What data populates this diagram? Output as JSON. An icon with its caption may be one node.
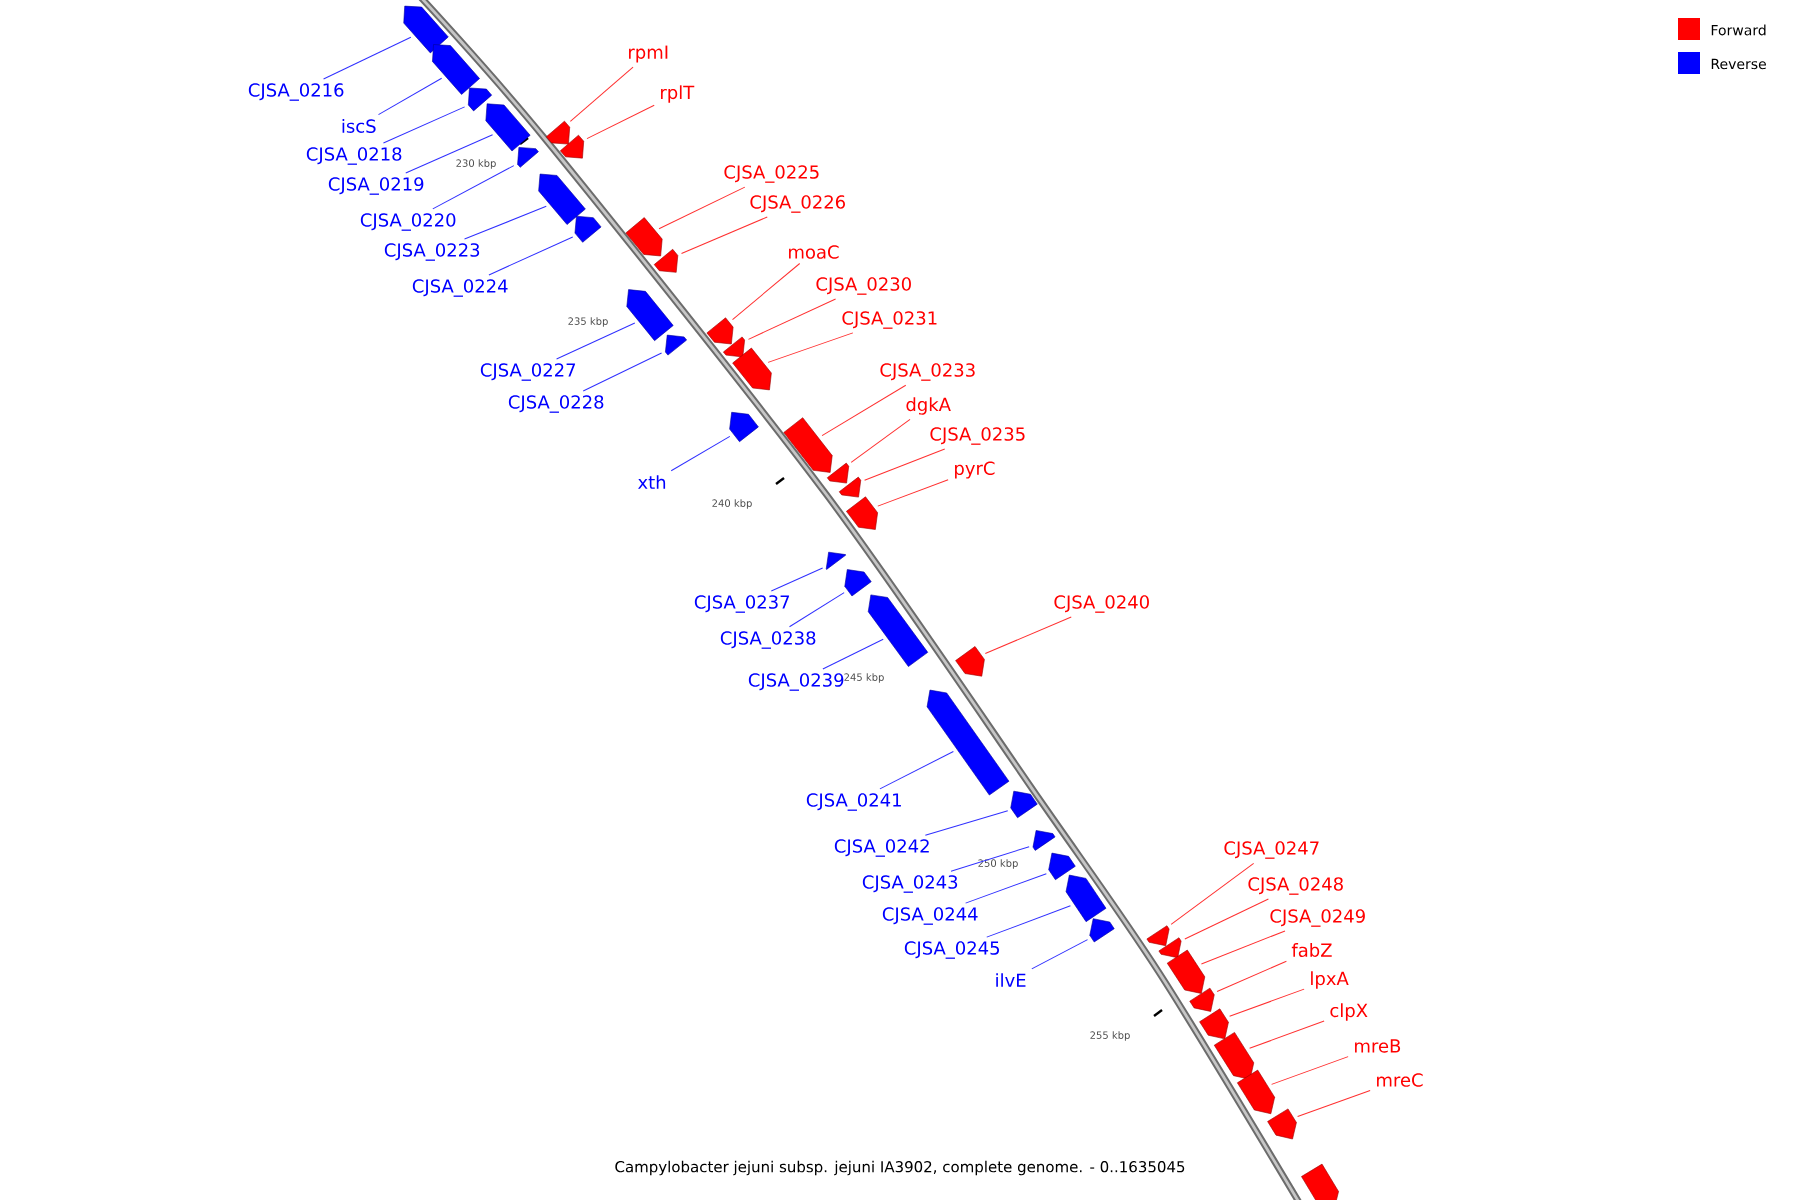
{
  "diagram": {
    "caption": "Campylobacter jejuni subsp. jejuni IA3902, complete genome. - 0..1635045",
    "nodes": [
      {
        "text": [
          "rpmI"
        ]
      },
      {
        "text": [],
        "shape": "arrow"
      },
      {
        "text": [
          "CJSA_0216"
        ]
      },
      {
        "text": [],
        "shape": "arrow"
      },
      {
        "text": [
          "rplT"
        ]
      },
      {
        "text": [],
        "shape": "arrow"
      },
      {
        "text": [
          "iscS"
        ]
      },
      {
        "text": [],
        "shape": "arrow"
      },
      {
        "text": [
          "CJSA_0218"
        ]
      },
      {
        "text": [],
        "shape": "arrow"
      },
      {
        "text": [
          "CJSA_0225"
        ]
      },
      {
        "text": [],
        "shape": "arrow"
      },
      {
        "text": [
          "CJSA_0219"
        ]
      },
      {
        "text": [],
        "shape": "arrow"
      },
      {
        "text": [
          "CJSA_0226"
        ]
      },
      {
        "text": [],
        "shape": "arrow"
      },
      {
        "text": [
          "CJSA_0220"
        ]
      },
      {
        "text": [],
        "shape": "arrow"
      },
      {
        "text": [
          "CJSA_0223"
        ]
      },
      {
        "text": [],
        "shape": "arrow"
      },
      {
        "text": [
          "moaC"
        ]
      },
      {
        "text": [],
        "shape": "arrow"
      },
      {
        "text": [
          "CJSA_0230"
        ]
      },
      {
        "text": [],
        "shape": "arrow"
      },
      {
        "text": [
          "CJSA_0224"
        ]
      },
      {
        "text": [],
        "shape": "arrow"
      },
      {
        "text": [
          "CJSA_0231"
        ]
      },
      {
        "text": [],
        "shape": "arrow"
      },
      {
        "text": [
          "CJSA_0233"
        ]
      },
      {
        "text": [],
        "shape": "arrow"
      },
      {
        "text": [
          "CJSA_0227"
        ]
      },
      {
        "text": [],
        "shape": "arrow"
      },
      {
        "text": [
          "CJSA_0228"
        ]
      },
      {
        "text": [],
        "shape": "arrow"
      },
      {
        "text": [
          "dgkA"
        ]
      },
      {
        "text": [],
        "shape": "arrow"
      },
      {
        "text": [
          "CJSA_0235"
        ]
      },
      {
        "text": [],
        "shape": "arrow"
      },
      {
        "text": [
          "pyrC"
        ]
      },
      {
        "text": [],
        "shape": "arrow"
      },
      {
        "text": [
          "xth"
        ]
      },
      {
        "text": [],
        "shape": "arrow"
      },
      {
        "text": [
          "CJSA_0237"
        ]
      },
      {
        "text": [],
        "shape": "arrow"
      },
      {
        "text": [
          "CJSA_0240"
        ]
      },
      {
        "text": [],
        "shape": "arrow"
      },
      {
        "text": [
          "CJSA_0238"
        ]
      },
      {
        "text": [],
        "shape": "arrow"
      },
      {
        "text": [
          "CJSA_0239"
        ]
      },
      {
        "text": [],
        "shape": "arrow"
      },
      {
        "text": [
          "CJSA_0241"
        ]
      },
      {
        "text": [],
        "shape": "arrow"
      },
      {
        "text": [
          "CJSA_0242"
        ]
      },
      {
        "text": [],
        "shape": "arrow"
      },
      {
        "text": [
          "CJSA_0247"
        ]
      },
      {
        "text": [],
        "shape": "arrow"
      },
      {
        "text": [
          "CJSA_0243"
        ]
      },
      {
        "text": [],
        "shape": "arrow"
      },
      {
        "text": [
          "CJSA_0248"
        ]
      },
      {
        "text": [],
        "shape": "arrow"
      },
      {
        "text": [
          "CJSA_0244"
        ]
      },
      {
        "text": [],
        "shape": "arrow"
      },
      {
        "text": [
          "CJSA_0249"
        ]
      },
      {
        "text": [],
        "shape": "arrow"
      },
      {
        "text": [
          "fabZ"
        ]
      },
      {
        "text": [],
        "shape": "arrow"
      },
      {
        "text": [
          "CJSA_0245"
        ]
      },
      {
        "text": [],
        "shape": "arrow"
      },
      {
        "text": [
          "lpxA"
        ]
      },
      {
        "text": [],
        "shape": "arrow"
      },
      {
        "text": [
          "ilvE"
        ]
      },
      {
        "text": [],
        "shape": "arrow"
      },
      {
        "text": [
          "clpX"
        ]
      },
      {
        "text": [],
        "shape": "arrow"
      },
      {
        "text": [
          "mreB"
        ]
      },
      {
        "text": [],
        "shape": "arrow"
      },
      {
        "text": [
          "mreC"
        ]
      },
      {
        "text": [],
        "shape": "arrow"
      },
      {
        "text": [],
        "shape": "arrow"
      }
    ],
    "edges": [
      {
        "from": 0,
        "to": 1,
        "arrow": "none",
        "color": "#ff3030"
      },
      {
        "from": 2,
        "to": 3,
        "arrow": "none",
        "color": "#3030ff"
      },
      {
        "from": 4,
        "to": 5,
        "arrow": "none",
        "color": "#ff3030"
      },
      {
        "from": 6,
        "to": 7,
        "arrow": "none",
        "color": "#3030ff"
      },
      {
        "from": 8,
        "to": 9,
        "arrow": "none",
        "color": "#3030ff"
      },
      {
        "from": 10,
        "to": 11,
        "arrow": "none",
        "color": "#ff3030"
      },
      {
        "from": 12,
        "to": 13,
        "arrow": "none",
        "color": "#3030ff"
      },
      {
        "from": 14,
        "to": 15,
        "arrow": "none",
        "color": "#ff3030"
      },
      {
        "from": 16,
        "to": 17,
        "arrow": "none",
        "color": "#3030ff"
      },
      {
        "from": 18,
        "to": 19,
        "arrow": "none",
        "color": "#3030ff"
      },
      {
        "from": 20,
        "to": 21,
        "arrow": "none",
        "color": "#ff3030"
      },
      {
        "from": 22,
        "to": 23,
        "arrow": "none",
        "color": "#ff3030"
      },
      {
        "from": 24,
        "to": 25,
        "arrow": "none",
        "color": "#3030ff"
      },
      {
        "from": 26,
        "to": 27,
        "arrow": "none",
        "color": "#ff3030"
      },
      {
        "from": 28,
        "to": 29,
        "arrow": "none",
        "color": "#ff3030"
      },
      {
        "from": 30,
        "to": 31,
        "arrow": "none",
        "color": "#3030ff"
      },
      {
        "from": 32,
        "to": 33,
        "arrow": "none",
        "color": "#3030ff"
      },
      {
        "from": 34,
        "to": 35,
        "arrow": "none",
        "color": "#ff3030"
      },
      {
        "from": 36,
        "to": 37,
        "arrow": "none",
        "color": "#ff3030"
      },
      {
        "from": 38,
        "to": 39,
        "arrow": "none",
        "color": "#ff3030"
      },
      {
        "from": 40,
        "to": 41,
        "arrow": "none",
        "color": "#3030ff"
      },
      {
        "from": 42,
        "to": 43,
        "arrow": "none",
        "color": "#3030ff"
      },
      {
        "from": 44,
        "to": 45,
        "arrow": "none",
        "color": "#ff3030"
      },
      {
        "from": 46,
        "to": 47,
        "arrow": "none",
        "color": "#3030ff"
      },
      {
        "from": 48,
        "to": 49,
        "arrow": "none",
        "color": "#3030ff"
      },
      {
        "from": 50,
        "to": 51,
        "arrow": "none",
        "color": "#3030ff"
      },
      {
        "from": 52,
        "to": 53,
        "arrow": "none",
        "color": "#3030ff"
      },
      {
        "from": 54,
        "to": 55,
        "arrow": "none",
        "color": "#ff3030"
      },
      {
        "from": 56,
        "to": 57,
        "arrow": "none",
        "color": "#3030ff"
      },
      {
        "from": 58,
        "to": 59,
        "arrow": "none",
        "color": "#ff3030"
      },
      {
        "from": 60,
        "to": 61,
        "arrow": "none",
        "color": "#3030ff"
      },
      {
        "from": 62,
        "to": 63,
        "arrow": "none",
        "color": "#ff3030"
      },
      {
        "from": 64,
        "to": 65,
        "arrow": "none",
        "color": "#ff3030"
      },
      {
        "from": 66,
        "to": 67,
        "arrow": "none",
        "color": "#3030ff"
      },
      {
        "from": 68,
        "to": 69,
        "arrow": "none",
        "color": "#ff3030"
      },
      {
        "from": 70,
        "to": 71,
        "arrow": "none",
        "color": "#3030ff"
      },
      {
        "from": 72,
        "to": 73,
        "arrow": "none",
        "color": "#ff3030"
      },
      {
        "from": 74,
        "to": 75,
        "arrow": "none",
        "color": "#ff3030"
      },
      {
        "from": 76,
        "to": 77,
        "arrow": "none",
        "color": "#ff3030"
      }
    ],
    "labels": [
      "230 kbp",
      "235 kbp",
      "240 kbp",
      "245 kbp",
      "250 kbp",
      "255 kbp"
    ],
    "legend": [
      {
        "text": "Forward",
        "color": "#ff0000"
      },
      {
        "text": "Reverse",
        "color": "#0000ff"
      }
    ]
  }
}
